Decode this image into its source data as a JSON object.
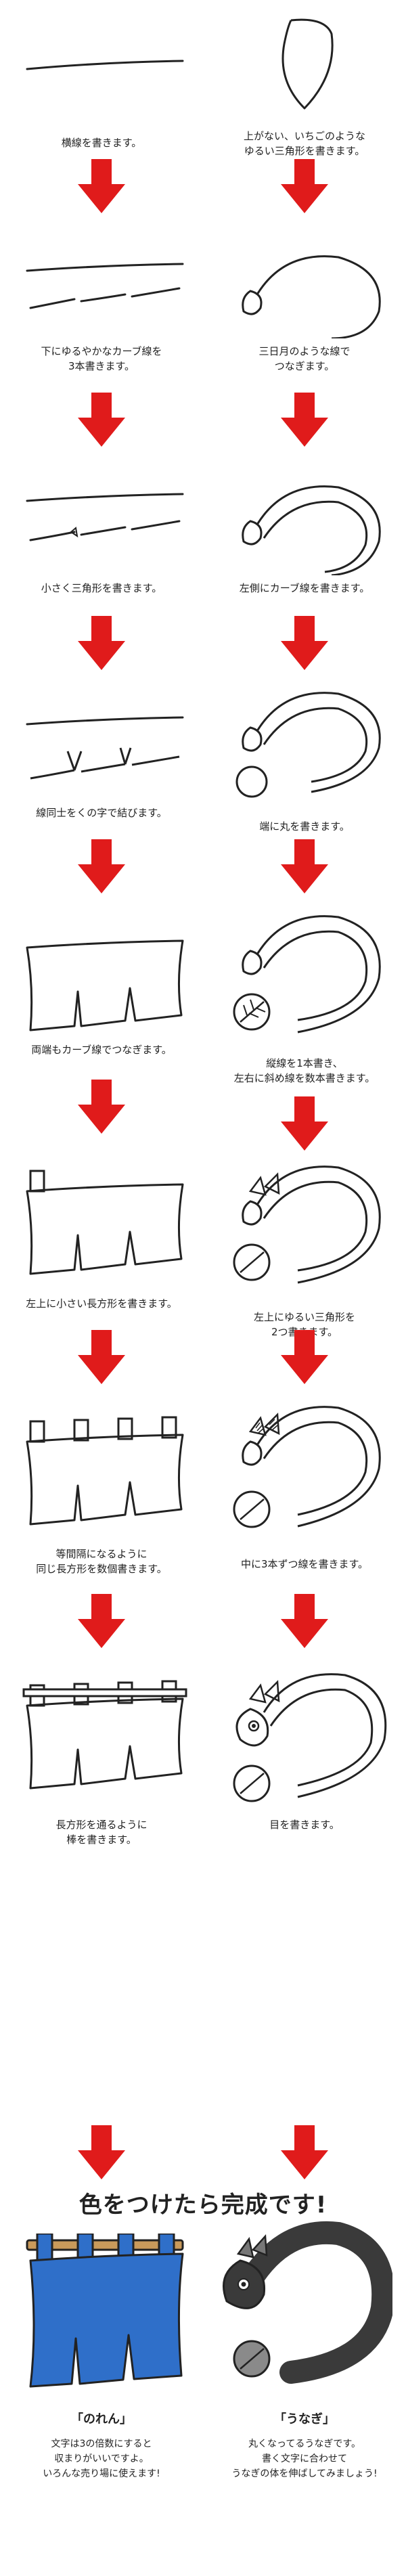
{
  "left_steps": [
    {
      "caption": "横線を書きます。"
    },
    {
      "caption": "下にゆるやかなカーブ線を\n3本書きます。"
    },
    {
      "caption": "小さく三角形を書きます。"
    },
    {
      "caption": "線同士をくの字で結びます。"
    },
    {
      "caption": "両端もカーブ線でつなぎます。"
    },
    {
      "caption": "左上に小さい長方形を書きます。"
    },
    {
      "caption": "等間隔になるように\n同じ長方形を数個書きます。"
    },
    {
      "caption": "長方形を通るように\n棒を書きます。"
    }
  ],
  "right_steps": [
    {
      "caption": "上がない、いちごのような\nゆるい三角形を書きます。"
    },
    {
      "caption": "三日月のような線で\nつなぎます。"
    },
    {
      "caption": "左側にカーブ線を書きます。"
    },
    {
      "caption": "端に丸を書きます。"
    },
    {
      "caption": "縦線を1本書き、\n左右に斜め線を数本書きます。"
    },
    {
      "caption": "左上にゆるい三角形を\n2つ書きます。"
    },
    {
      "caption": "中に3本ずつ線を書きます。"
    },
    {
      "caption": "目を書きます。"
    }
  ],
  "final": {
    "title": "色をつけたら完成です!",
    "left_name": "「のれん」",
    "left_note": "文字は3の倍数にすると\n収まりがいいですよ。\nいろんな売り場に使えます!",
    "right_name": "「うなぎ」",
    "right_note": "丸くなってるうなぎです。\n書く文字に合わせて\nうなぎの体を伸ばしてみましょう!"
  },
  "colors": {
    "arrow": "#e01b1b",
    "noren_blue": "#2f6fc9",
    "pole": "#c99a5b",
    "eel_dark": "#3a3a3a"
  }
}
